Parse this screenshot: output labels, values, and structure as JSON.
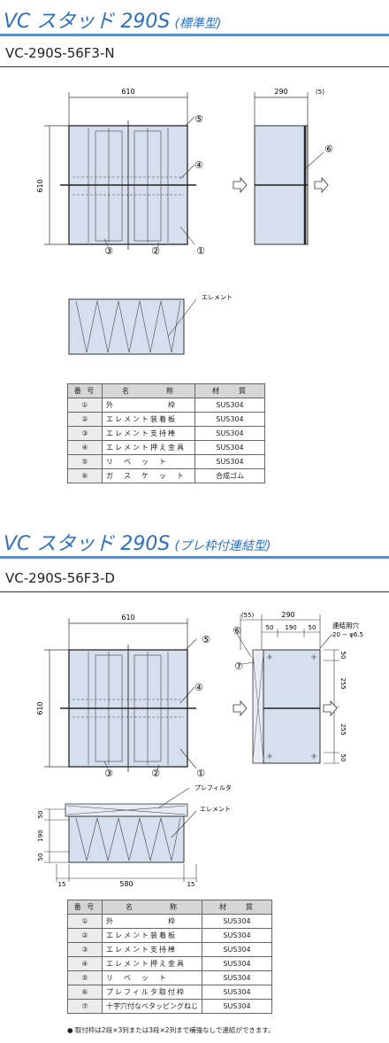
{
  "sections": [
    {
      "title_main": "VC スタッド 290S",
      "title_sub": "(標準型)",
      "model": "VC-290S-56F3-N",
      "dims": {
        "width": "610",
        "height": "610",
        "depth": "290",
        "gap": "(5)"
      },
      "element_label": "エレメント",
      "table": {
        "headers": [
          "番 号",
          "名　　　　称",
          "材　　質"
        ],
        "rows": [
          {
            "no": "①",
            "name": "外　　　　　　枠",
            "material": "SUS304"
          },
          {
            "no": "②",
            "name": "エレメント装着板",
            "material": "SUS304"
          },
          {
            "no": "③",
            "name": "エレメント支持棒",
            "material": "SUS304"
          },
          {
            "no": "④",
            "name": "エレメント押え金具",
            "material": "SUS304"
          },
          {
            "no": "⑤",
            "name": "リ　ベ　ッ　ト",
            "material": "SUS304"
          },
          {
            "no": "⑥",
            "name": "ガ　ス　ケ　ッ　ト",
            "material": "合成ゴム"
          }
        ]
      }
    },
    {
      "title_main": "VC スタッド 290S",
      "title_sub": "(プレ枠付連結型)",
      "model": "VC-290S-56F3-D",
      "dims": {
        "width": "610",
        "height": "610",
        "front": "(55)",
        "depth": "290",
        "d50a": "50",
        "d190": "190",
        "d50b": "50",
        "h50a": "50",
        "h255a": "255",
        "h255b": "255",
        "h50b": "50",
        "b50a": "50",
        "b190": "190",
        "b50b": "50",
        "w15a": "15",
        "w580": "580",
        "w15b": "15"
      },
      "hole_label": "連結用穴",
      "hole_spec": "20 − φ6.5",
      "prefilter_label": "プレフィルタ",
      "element_label": "エレメント",
      "table": {
        "headers": [
          "番 号",
          "名　　　　称",
          "材　　質"
        ],
        "rows": [
          {
            "no": "①",
            "name": "外　　　　　　枠",
            "material": "SUS304"
          },
          {
            "no": "②",
            "name": "エレメント装着板",
            "material": "SUS304"
          },
          {
            "no": "③",
            "name": "エレメント支持棒",
            "material": "SUS304"
          },
          {
            "no": "④",
            "name": "エレメント押え金具",
            "material": "SUS304"
          },
          {
            "no": "⑤",
            "name": "リ　ベ　ッ　ト",
            "material": "SUS304"
          },
          {
            "no": "⑥",
            "name": "プレフィルタ取付枠",
            "material": "SUS304"
          },
          {
            "no": "⑦",
            "name": "十字穴付なべタッピングねじ",
            "material": "SUS304"
          }
        ]
      },
      "note": "● 取付枠は2段×3列または3段×2列まで補強なしで連結ができます。"
    }
  ],
  "callouts": [
    "①",
    "②",
    "③",
    "④",
    "⑤",
    "⑥",
    "⑦"
  ],
  "arrow_icon": "flow-arrow-icon",
  "colors": {
    "title": "#2f6fbe",
    "fill": "#d6dfee",
    "rule": "#5d8fc9"
  }
}
